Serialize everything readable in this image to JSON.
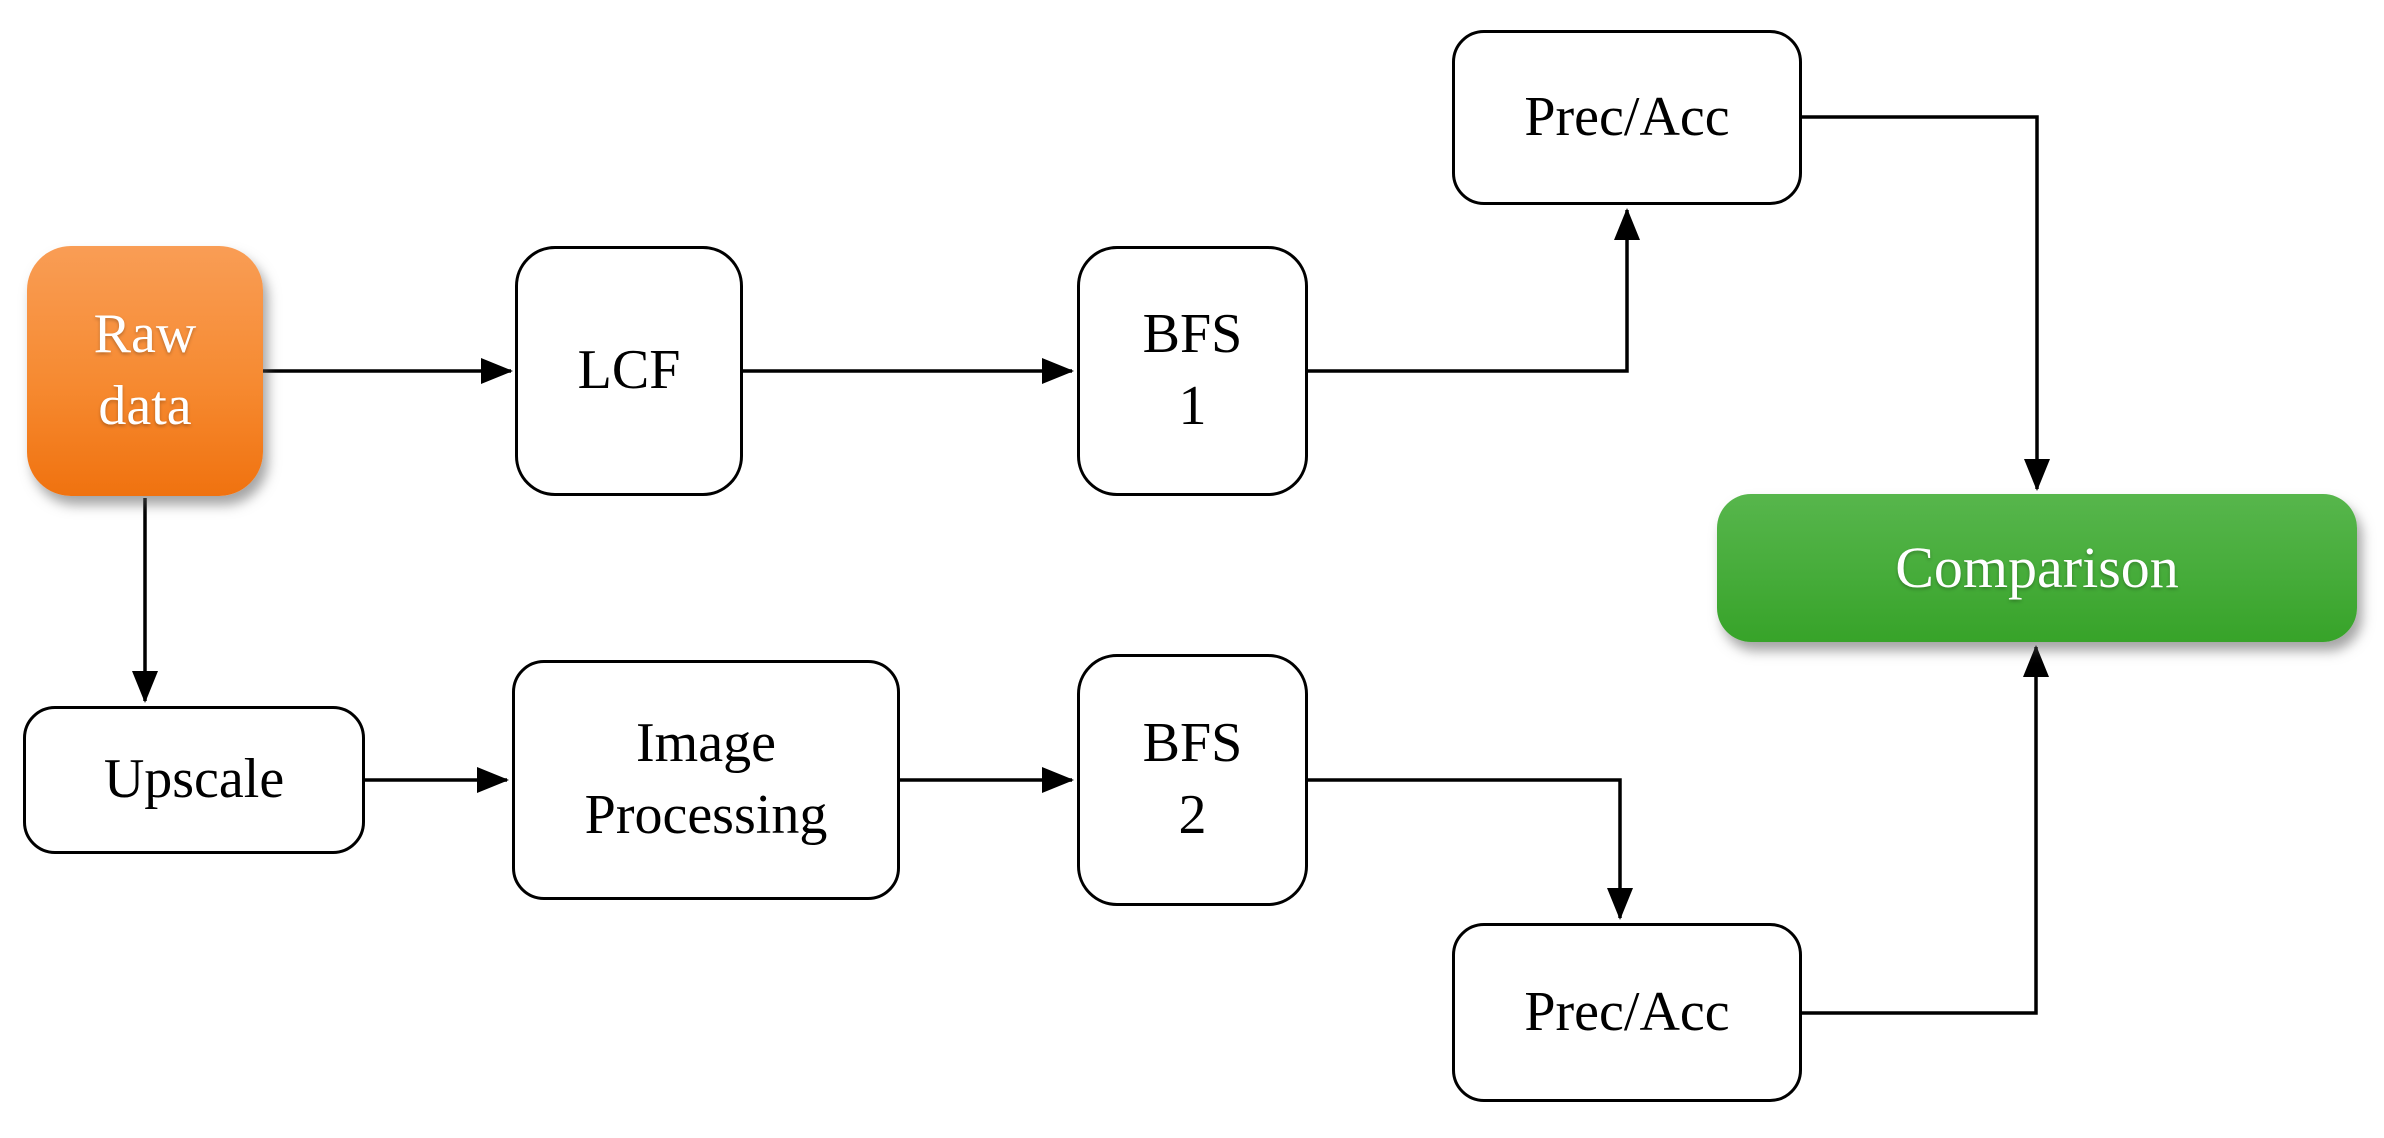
{
  "diagram": {
    "type": "flowchart",
    "background": "#ffffff",
    "nodes": {
      "raw_data": {
        "label": "Raw\ndata",
        "shape": "rounded-rect",
        "fill": "orange-gradient",
        "text_color": "#ffffff"
      },
      "lcf": {
        "label": "LCF",
        "shape": "rounded-rect",
        "fill": "#ffffff",
        "text_color": "#000000"
      },
      "bfs1": {
        "label": "BFS\n1",
        "shape": "rounded-rect",
        "fill": "#ffffff",
        "text_color": "#000000"
      },
      "prec_acc_top": {
        "label": "Prec/Acc",
        "shape": "rounded-rect",
        "fill": "#ffffff",
        "text_color": "#000000"
      },
      "comparison": {
        "label": "Comparison",
        "shape": "rounded-rect",
        "fill": "green-gradient",
        "text_color": "#ffffff"
      },
      "upscale": {
        "label": "Upscale",
        "shape": "rounded-rect",
        "fill": "#ffffff",
        "text_color": "#000000"
      },
      "image_processing": {
        "label": "Image\nProcessing",
        "shape": "rounded-rect",
        "fill": "#ffffff",
        "text_color": "#000000"
      },
      "bfs2": {
        "label": "BFS\n2",
        "shape": "rounded-rect",
        "fill": "#ffffff",
        "text_color": "#000000"
      },
      "prec_acc_bottom": {
        "label": "Prec/Acc",
        "shape": "rounded-rect",
        "fill": "#ffffff",
        "text_color": "#000000"
      }
    },
    "colors": {
      "orange_top": "#f99d55",
      "orange_bottom": "#f0720f",
      "green_top": "#57b64c",
      "green_bottom": "#37a329",
      "node_border": "#000000",
      "connector": "#000000",
      "node_fill": "#ffffff",
      "node_text": "#000000"
    },
    "edges": [
      {
        "from": "raw_data",
        "to": "lcf"
      },
      {
        "from": "raw_data",
        "to": "upscale"
      },
      {
        "from": "lcf",
        "to": "bfs1"
      },
      {
        "from": "bfs1",
        "to": "prec_acc_top"
      },
      {
        "from": "prec_acc_top",
        "to": "comparison"
      },
      {
        "from": "upscale",
        "to": "image_processing"
      },
      {
        "from": "image_processing",
        "to": "bfs2"
      },
      {
        "from": "bfs2",
        "to": "prec_acc_bottom"
      },
      {
        "from": "prec_acc_bottom",
        "to": "comparison"
      }
    ]
  }
}
